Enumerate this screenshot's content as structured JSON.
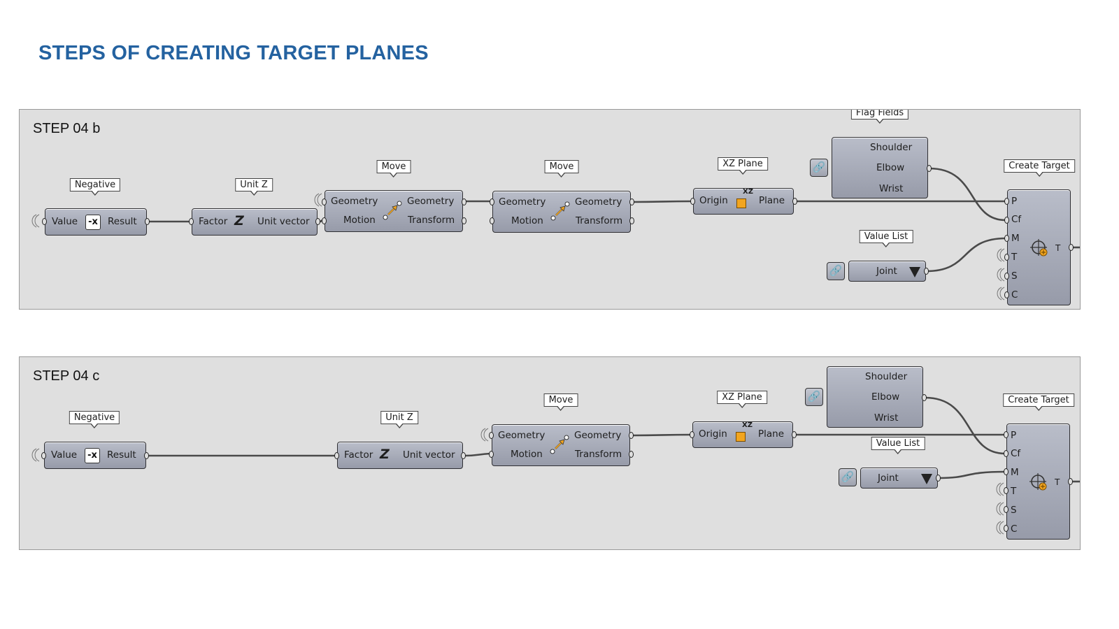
{
  "title": "STEPS OF CREATING TARGET PLANES",
  "colors": {
    "title": "#2462a0",
    "panel_bg": "#dfdfdf",
    "component": "#a8acb9",
    "wire": "#4a4a4a",
    "icon_orange": "#f2a51f"
  },
  "steps": [
    {
      "label": "STEP 04 b",
      "tags": {
        "negative": "Negative",
        "unit_z": "Unit Z",
        "move1": "Move",
        "move2": "Move",
        "xz_plane": "XZ Plane",
        "flag_fields": "Flag Fields",
        "value_list": "Value List",
        "create_target": "Create Target"
      },
      "negative": {
        "input": "Value",
        "icon": "-x",
        "output": "Result"
      },
      "unit_z": {
        "input": "Factor",
        "icon": "Z",
        "output": "Unit vector"
      },
      "move1": {
        "in1": "Geometry",
        "in2": "Motion",
        "out1": "Geometry",
        "out2": "Transform"
      },
      "move2": {
        "in1": "Geometry",
        "in2": "Motion",
        "out1": "Geometry",
        "out2": "Transform"
      },
      "xz_plane": {
        "input": "Origin",
        "icon": "XZ",
        "output": "Plane"
      },
      "flags": {
        "items": [
          "Shoulder",
          "Elbow",
          "Wrist"
        ]
      },
      "value_list": {
        "selected": "Joint"
      },
      "create_target": {
        "inputs": [
          "P",
          "Cf",
          "M",
          "T",
          "S",
          "C"
        ],
        "output": "T"
      }
    },
    {
      "label": "STEP 04 c",
      "tags": {
        "negative": "Negative",
        "unit_z": "Unit Z",
        "move1": "Move",
        "xz_plane": "XZ Plane",
        "value_list": "Value List",
        "create_target": "Create Target"
      },
      "negative": {
        "input": "Value",
        "icon": "-x",
        "output": "Result"
      },
      "unit_z": {
        "input": "Factor",
        "icon": "Z",
        "output": "Unit vector"
      },
      "move1": {
        "in1": "Geometry",
        "in2": "Motion",
        "out1": "Geometry",
        "out2": "Transform"
      },
      "xz_plane": {
        "input": "Origin",
        "icon": "XZ",
        "output": "Plane"
      },
      "flags": {
        "items": [
          "Shoulder",
          "Elbow",
          "Wrist"
        ]
      },
      "value_list": {
        "selected": "Joint"
      },
      "create_target": {
        "inputs": [
          "P",
          "Cf",
          "M",
          "T",
          "S",
          "C"
        ],
        "output": "T"
      }
    }
  ]
}
